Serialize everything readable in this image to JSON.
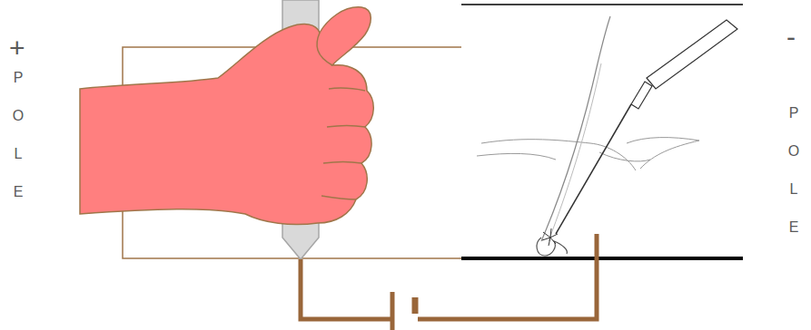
{
  "diagram": {
    "labels": [
      "+",
      "P O L E",
      "-",
      "P O L E"
    ]
  }
}
